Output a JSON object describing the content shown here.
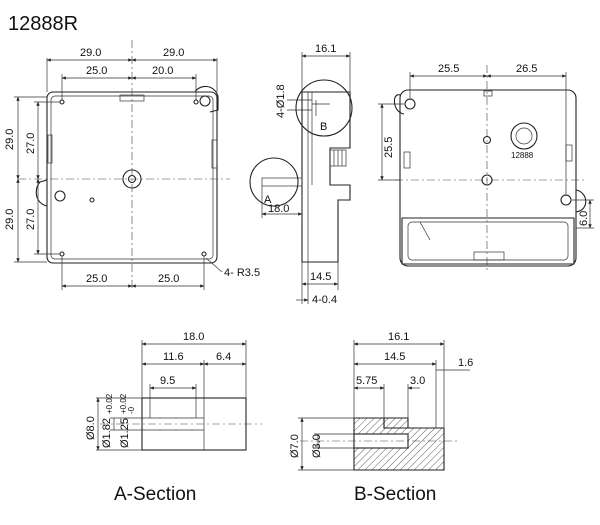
{
  "title": "12888R",
  "front": {
    "top_overall_left": "29.0",
    "top_overall_right": "29.0",
    "top_inner_left": "25.0",
    "top_inner_right": "20.0",
    "left_outer_top": "29.0",
    "left_outer_bottom": "29.0",
    "left_inner_top": "27.0",
    "left_inner_bottom": "27.0",
    "bottom_left": "25.0",
    "bottom_right": "25.0",
    "corner_radius": "4- R3.5"
  },
  "side": {
    "width_top": "16.1",
    "hole_dia": "4-Ø1.8",
    "detail_b": "B",
    "detail_a": "A",
    "depth": "18.0",
    "bottom_a": "14.5",
    "bottom_b": "4-0.4"
  },
  "rear": {
    "top_left": "25.5",
    "top_right": "26.5",
    "left_height": "25.5",
    "right_offset": "6.0",
    "dial_label": "12888"
  },
  "a_section": {
    "label": "A-Section",
    "total": "18.0",
    "mid": "11.6",
    "right": "6.4",
    "inner": "9.5",
    "dia_outer": "Ø8.0",
    "dia_mid": "Ø1.82",
    "dia_mid_tol": "+0.02",
    "dia_inner": "Ø1.25",
    "dia_inner_tol_up": "+0.02",
    "dia_inner_tol_dn": "-0"
  },
  "b_section": {
    "label": "B-Section",
    "total": "16.1",
    "mid": "14.5",
    "right_step": "1.6",
    "left": "5.75",
    "inner": "3.0",
    "dia_outer": "Ø7.0",
    "dia_inner": "Ø3.0"
  }
}
